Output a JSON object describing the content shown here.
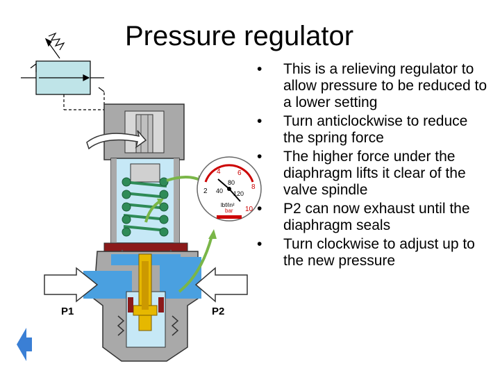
{
  "title": "Pressure regulator",
  "bullets": [
    "This is a relieving regulator to allow pressure to be reduced to a lower setting",
    "Turn anticlockwise to reduce the spring force",
    "The higher force under the diaphragm lifts it clear of the valve spindle",
    "P2 can now exhaust until the diaphragm seals",
    "Turn clockwise to adjust up to the new pressure"
  ],
  "ports": {
    "inlet": "P1",
    "outlet": "P2"
  },
  "gauge": {
    "outer_scale": [
      "2",
      "4",
      "6",
      "8",
      "10"
    ],
    "inner_scale": [
      "40",
      "80",
      "120"
    ],
    "unit_psi": "lbf/in²",
    "unit_bar": "bar"
  },
  "colors": {
    "body": "#a9a9a9",
    "air": "#a8d8f0",
    "outlet_air": "#4aa0e0",
    "spring": "#2e8b57",
    "diaphragm": "#8b1a1a",
    "spindle": "#e6b800",
    "arrow": "#7ab648",
    "nav": "#3a7fd5"
  }
}
